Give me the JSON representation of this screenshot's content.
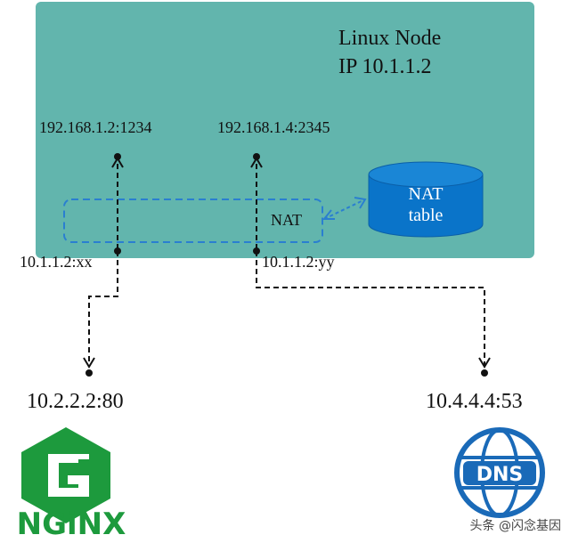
{
  "node": {
    "title": "Linux Node",
    "ip": "IP 10.1.1.2"
  },
  "internal": {
    "addr1": "192.168.1.2:1234",
    "addr2": "192.168.1.4:2345"
  },
  "translated": {
    "src1": "10.1.1.2:xx",
    "src2": "10.1.1.2:yy"
  },
  "nat": {
    "label": "NAT",
    "table_line1": "NAT",
    "table_line2": "table"
  },
  "destinations": {
    "dst1": "10.2.2.2:80",
    "dst2": "10.4.4.4:53"
  },
  "logos": {
    "nginx": "NGiNX",
    "dns": "DNS"
  },
  "footer": {
    "credit": "头条 @闪念基因"
  },
  "colors": {
    "node_bg": "#62b5ad",
    "nat_box_border": "#2a7fd0",
    "table_fill": "#0a74c9",
    "nginx_green": "#1d9a3d",
    "dns_blue": "#1a6ab8"
  }
}
